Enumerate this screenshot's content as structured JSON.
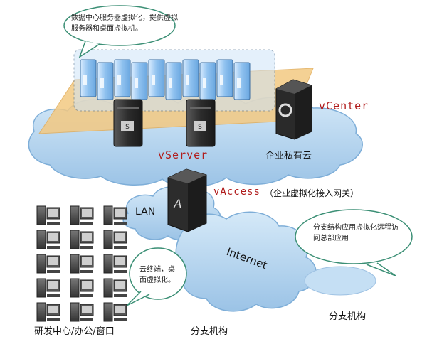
{
  "labels": {
    "top_bubble": "数据中心服务器虚拟化，提供虚拟服务器和桌面虚拟机。",
    "vcenter": "vCenter",
    "vserver": "vServer",
    "private_cloud": "企业私有云",
    "vaccess": "vAccess",
    "vaccess_desc": "（企业虚拟化接入网关）",
    "lan": "LAN",
    "internet": "Internet",
    "right_bubble": "分支结构应用虚拟化远程访问总部应用",
    "left_bubble": "云终端，桌面虚拟化。",
    "rd_office": "研发中心/办公/窗口",
    "branch_left": "分支机构",
    "branch_right": "分支机构"
  },
  "colors": {
    "cloud_fill": "#a9cdea",
    "cloud_stroke": "#7eaed8",
    "platform": "#f3c982",
    "vm_blue": "#9cc8f0",
    "server_dark": "#3b3b3b",
    "red_text": "#b11d1d"
  }
}
